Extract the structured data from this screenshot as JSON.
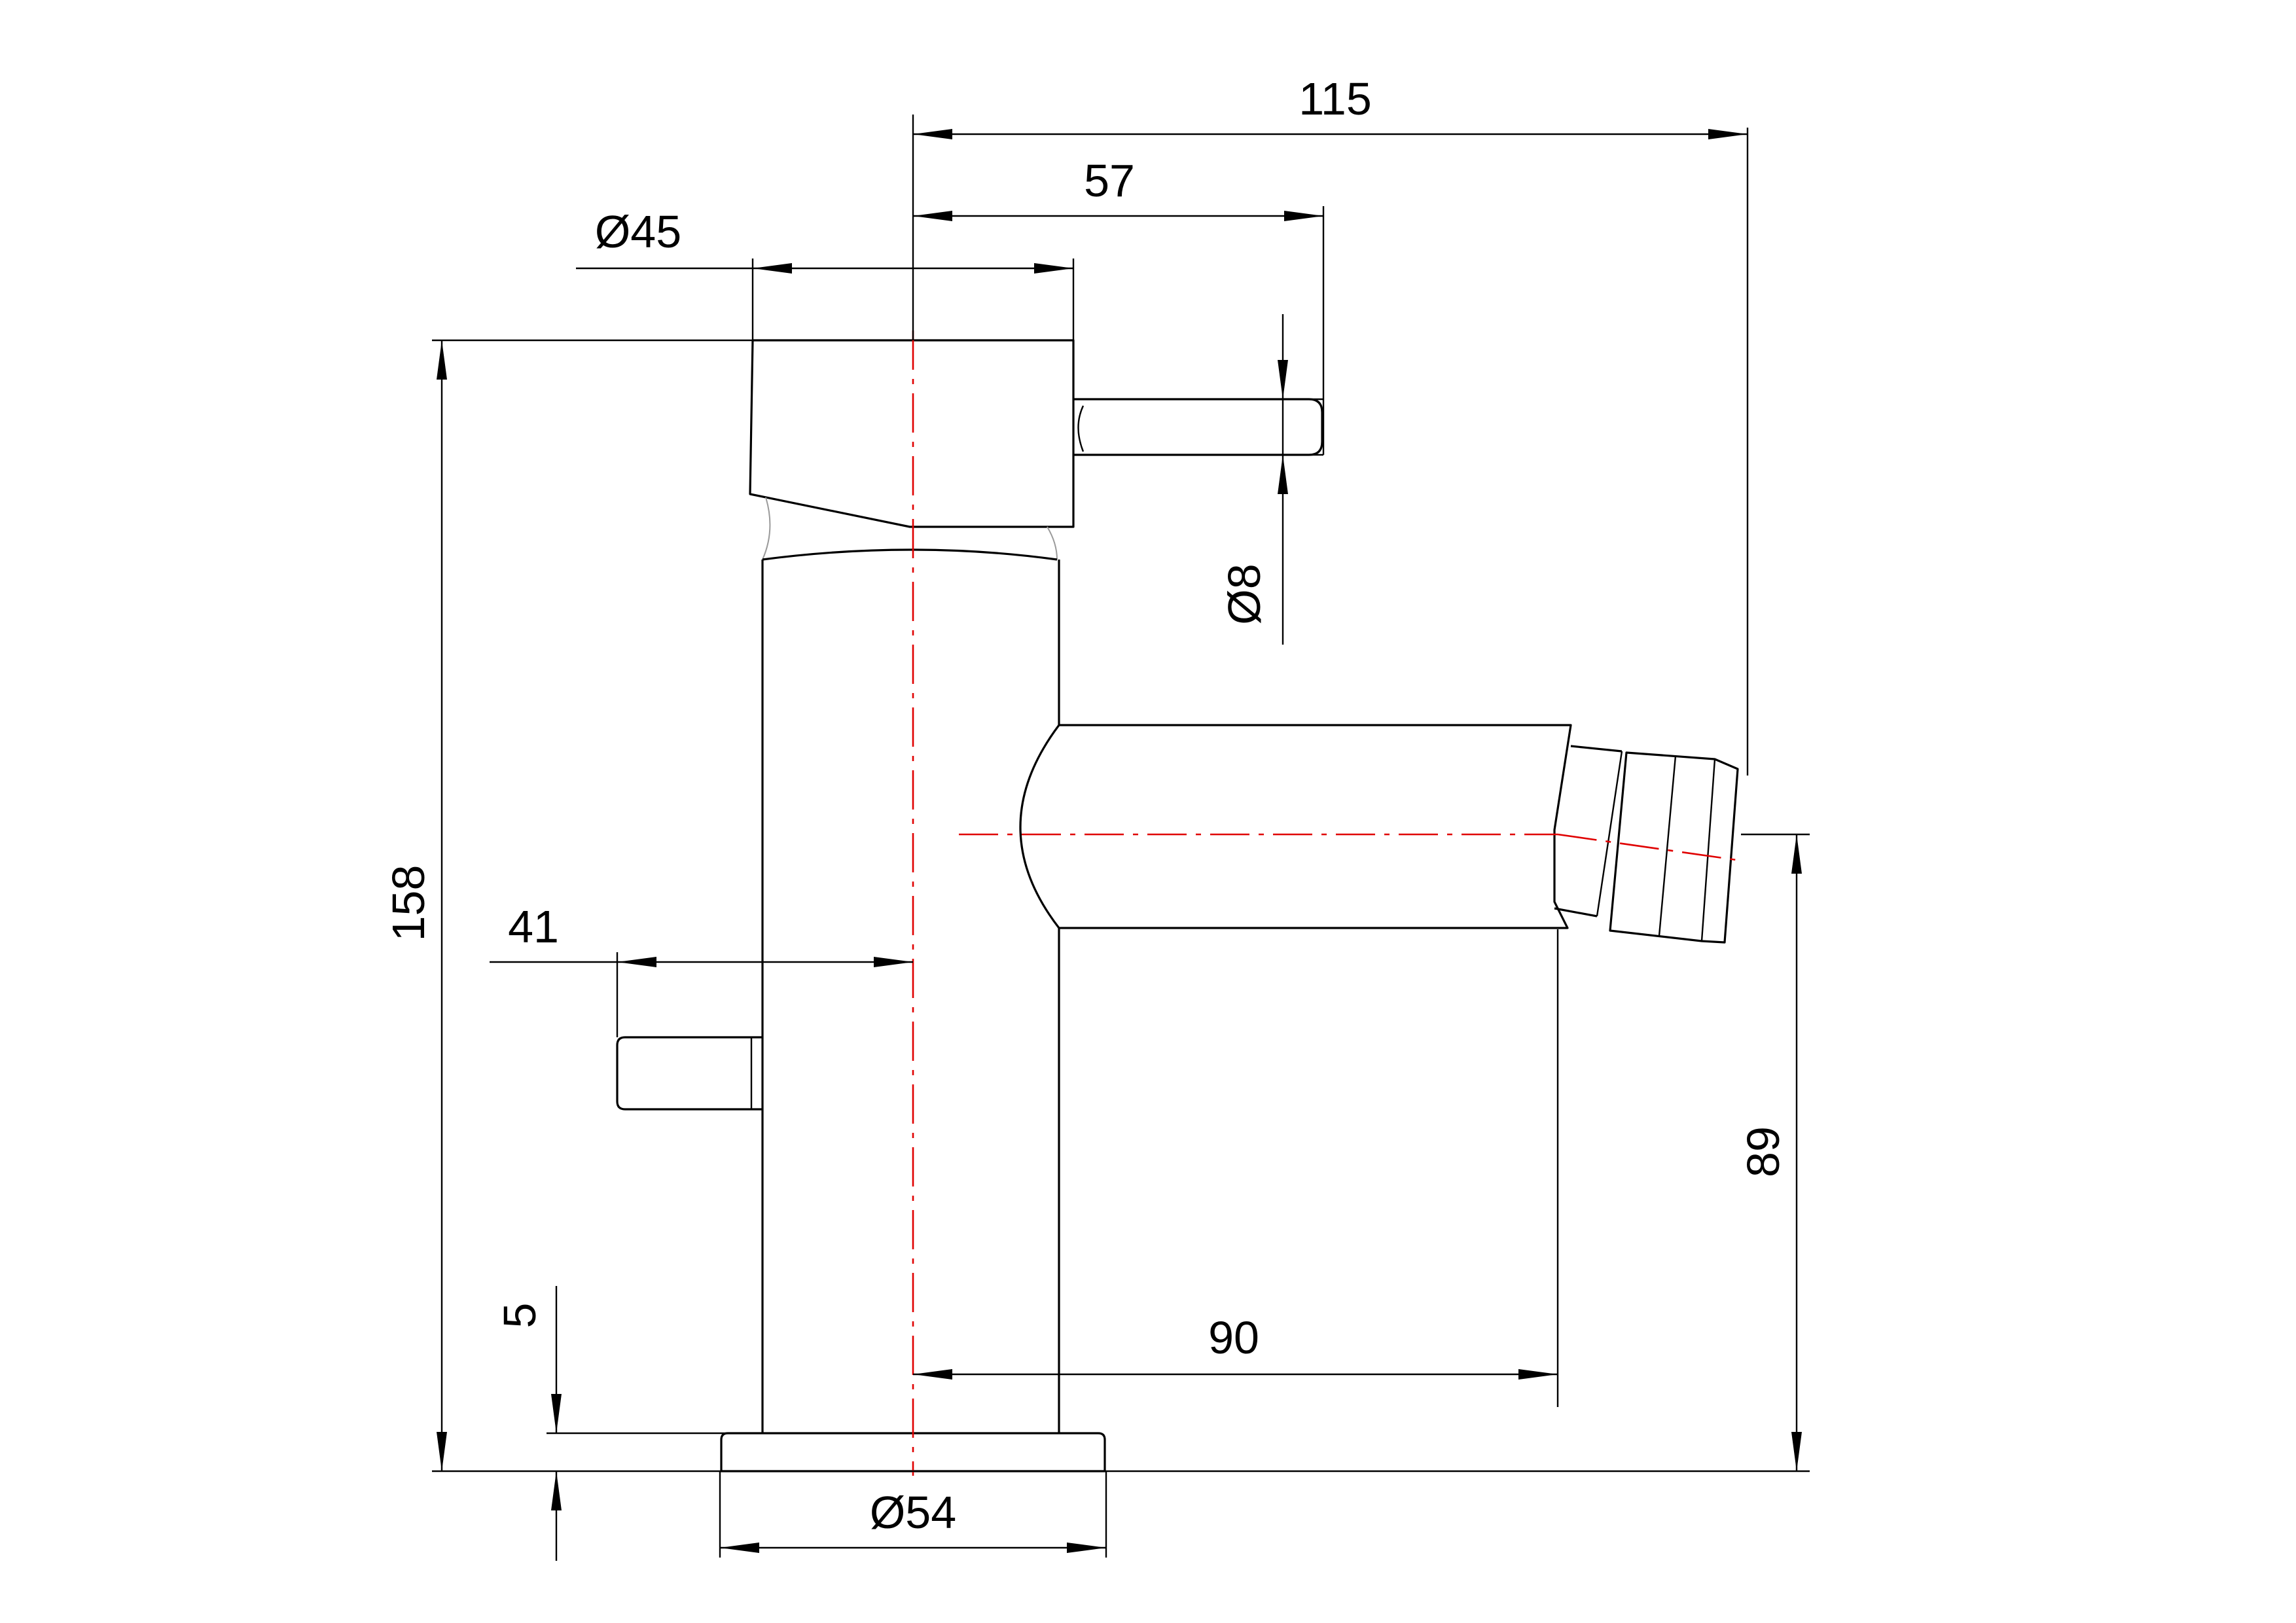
{
  "dimensions": {
    "overall_reach": "115",
    "lever_reach": "57",
    "handle_diameter": "Ø45",
    "lever_diameter": "Ø8",
    "total_height": "158",
    "popup_offset": "41",
    "base_thickness": "5",
    "spout_height": "89",
    "spout_projection": "90",
    "base_diameter": "Ø54"
  },
  "colors": {
    "line": "#000000",
    "centerline": "#e00000",
    "background": "#ffffff"
  }
}
